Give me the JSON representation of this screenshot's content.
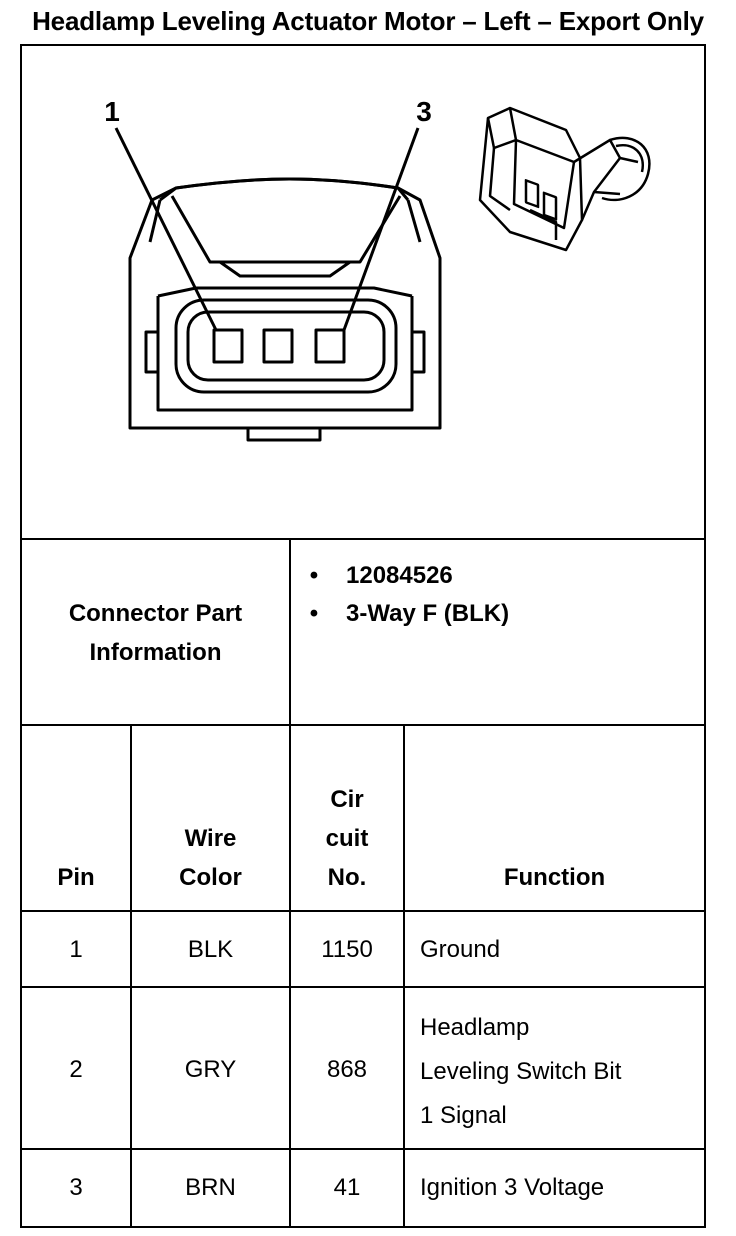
{
  "title": "Headlamp Leveling Actuator Motor – Left – Export Only",
  "diagram": {
    "pin_label_1": "1",
    "pin_label_3": "3"
  },
  "connector_info": {
    "label_line1": "Connector Part",
    "label_line2": "Information",
    "bullets": [
      "12084526",
      "3-Way F (BLK)"
    ]
  },
  "table": {
    "headers": {
      "pin": "Pin",
      "wire_color_1": "Wire",
      "wire_color_2": "Color",
      "circuit_1": "Cir",
      "circuit_2": "cuit",
      "circuit_3": "No.",
      "function": "Function"
    },
    "rows": [
      {
        "pin": "1",
        "color": "BLK",
        "circuit": "1150",
        "function_lines": [
          "Ground"
        ]
      },
      {
        "pin": "2",
        "color": "GRY",
        "circuit": "868",
        "function_lines": [
          "Headlamp",
          "Leveling Switch Bit",
          "1 Signal"
        ]
      },
      {
        "pin": "3",
        "color": "BRN",
        "circuit": "41",
        "function_lines": [
          "Ignition 3 Voltage"
        ]
      }
    ]
  }
}
